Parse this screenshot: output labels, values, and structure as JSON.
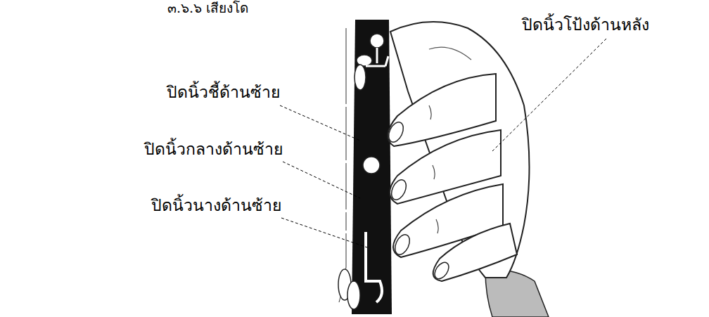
{
  "diagram": {
    "title": "๓.๖.๖ เสียงโด",
    "labels": [
      "ปิดนิ้วโป้งด้านหลัง",
      "ปิดนิ้วชี้ด้านซ้าย",
      "ปิดนิ้วกลางด้านซ้าย",
      "ปิดนิ้วนางด้านซ้าย"
    ]
  }
}
